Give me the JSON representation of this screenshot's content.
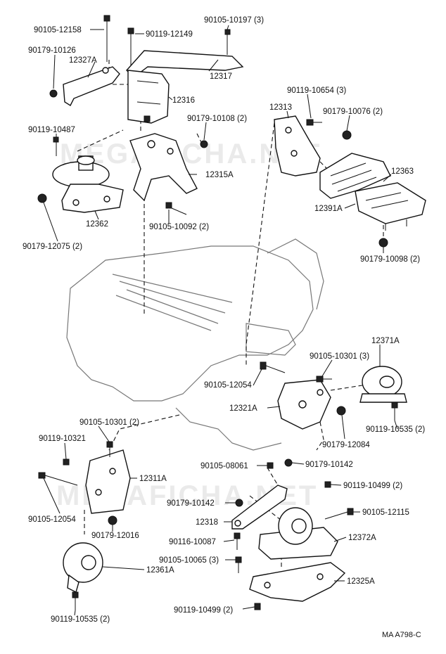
{
  "watermarks": [
    "MEGAFICHA.NET",
    "MEGAFICHA.NET"
  ],
  "drawing_code": "MA A798-C",
  "labels": [
    {
      "id": "l01",
      "text": "90105-12158"
    },
    {
      "id": "l02",
      "text": "90119-12149"
    },
    {
      "id": "l03",
      "text": "90105-10197 (3)"
    },
    {
      "id": "l04",
      "text": "90179-10126"
    },
    {
      "id": "l05",
      "text": "12327A"
    },
    {
      "id": "l06",
      "text": "12317"
    },
    {
      "id": "l07",
      "text": "12316"
    },
    {
      "id": "l08",
      "text": "90119-10654 (3)"
    },
    {
      "id": "l09",
      "text": "12313"
    },
    {
      "id": "l10",
      "text": "90179-10076 (2)"
    },
    {
      "id": "l11",
      "text": "90179-10108 (2)"
    },
    {
      "id": "l12",
      "text": "90119-10487"
    },
    {
      "id": "l13",
      "text": "12315A"
    },
    {
      "id": "l14",
      "text": "12363"
    },
    {
      "id": "l15",
      "text": "12391A"
    },
    {
      "id": "l16",
      "text": "12362"
    },
    {
      "id": "l17",
      "text": "90105-10092 (2)"
    },
    {
      "id": "l18",
      "text": "90179-12075 (2)"
    },
    {
      "id": "l19",
      "text": "90179-10098 (2)"
    },
    {
      "id": "l20",
      "text": "12371A"
    },
    {
      "id": "l21",
      "text": "90105-10301 (3)"
    },
    {
      "id": "l22",
      "text": "90105-12054"
    },
    {
      "id": "l23",
      "text": "12321A"
    },
    {
      "id": "l24",
      "text": "90119-10535 (2)"
    },
    {
      "id": "l25",
      "text": "90179-12084"
    },
    {
      "id": "l26",
      "text": "90105-10301 (2)"
    },
    {
      "id": "l27",
      "text": "90119-10321"
    },
    {
      "id": "l28",
      "text": "90105-08061"
    },
    {
      "id": "l29",
      "text": "90179-10142"
    },
    {
      "id": "l30",
      "text": "12311A"
    },
    {
      "id": "l31",
      "text": "90119-10499 (2)"
    },
    {
      "id": "l32",
      "text": "90105-12054"
    },
    {
      "id": "l33",
      "text": "90179-10142"
    },
    {
      "id": "l34",
      "text": "90105-12115"
    },
    {
      "id": "l35",
      "text": "90179-12016"
    },
    {
      "id": "l36",
      "text": "12318"
    },
    {
      "id": "l37",
      "text": "90116-10087"
    },
    {
      "id": "l38",
      "text": "12372A"
    },
    {
      "id": "l39",
      "text": "12361A"
    },
    {
      "id": "l40",
      "text": "90105-10065 (3)"
    },
    {
      "id": "l41",
      "text": "12325A"
    },
    {
      "id": "l42",
      "text": "90119-10535 (2)"
    },
    {
      "id": "l43",
      "text": "90119-10499 (2)"
    }
  ]
}
